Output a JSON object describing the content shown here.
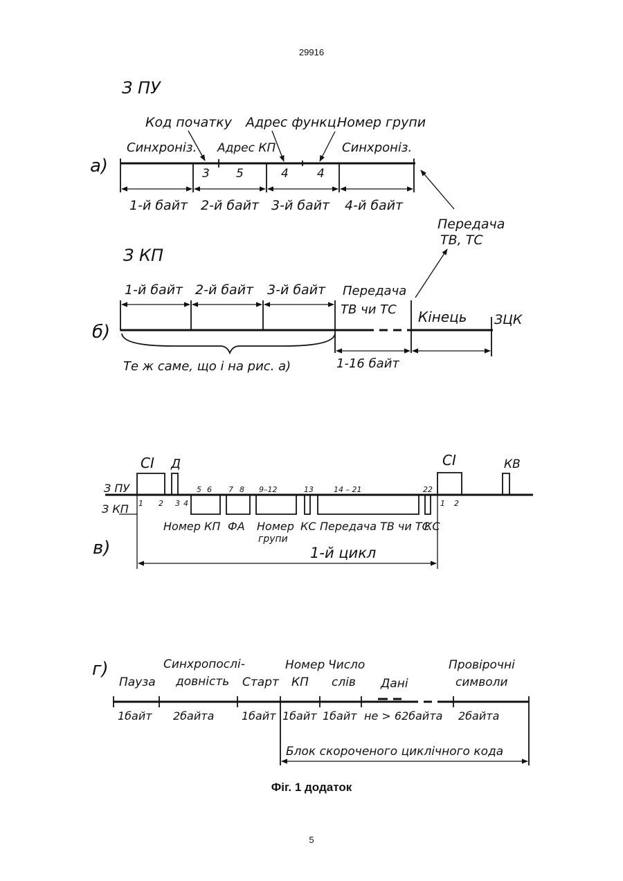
{
  "header": {
    "doc_number": "29916"
  },
  "footer": {
    "caption": "Фіг. 1 додаток",
    "page_number": "5"
  },
  "diagram_a": {
    "section_title": "З ПУ",
    "panel_label": "а)",
    "top_labels": [
      "Код початку",
      "Адрес функц.",
      "Номер групи"
    ],
    "segment_labels": [
      "Синхроніз.",
      "Адрес КП",
      "Синхроніз."
    ],
    "digits": [
      "3",
      "5",
      "4",
      "4"
    ],
    "bytes": [
      "1-й байт",
      "2-й байт",
      "3-й байт",
      "4-й байт"
    ],
    "transfer_label": [
      "Передача",
      "ТВ, ТС"
    ]
  },
  "diagram_b": {
    "section_title": "З КП",
    "panel_label": "б)",
    "bytes": [
      "1-й байт",
      "2-й байт",
      "3-й байт"
    ],
    "transfer_label": [
      "Передача",
      "ТВ чи ТС"
    ],
    "end_label": "Кінець",
    "zck_label": "ЗЦК",
    "same_note": "Те ж саме, що і на рис. а)",
    "range_label": "1-16 байт"
  },
  "diagram_v": {
    "panel_label": "в)",
    "row_labels": [
      "З ПУ",
      "З КП"
    ],
    "pulse_labels": [
      "СІ",
      "Д",
      "СІ",
      "КВ"
    ],
    "tick_numbers": [
      "1",
      "2",
      "3",
      "4",
      "5",
      "6",
      "7",
      "8",
      "9–12",
      "13",
      "14 – 21",
      "22",
      "1",
      "2"
    ],
    "bottom_labels": [
      "Номер КП",
      "ФА",
      "Номер",
      "групи",
      "КС",
      "Передача ТВ чи ТС",
      "КС"
    ],
    "cycle_label": "1-й цикл"
  },
  "diagram_g": {
    "panel_label": "г)",
    "top_labels": [
      "Пауза",
      "Синхропослі-",
      "довність",
      "Старт",
      "Номер",
      "КП",
      "Число",
      "слів",
      "Дані",
      "Провірочні",
      "символи"
    ],
    "bytes": [
      "1байт",
      "2байта",
      "1байт",
      "1байт",
      "1байт",
      "не > 62байта",
      "2байта"
    ],
    "block_label": "Блок скороченого циклічного кода"
  }
}
